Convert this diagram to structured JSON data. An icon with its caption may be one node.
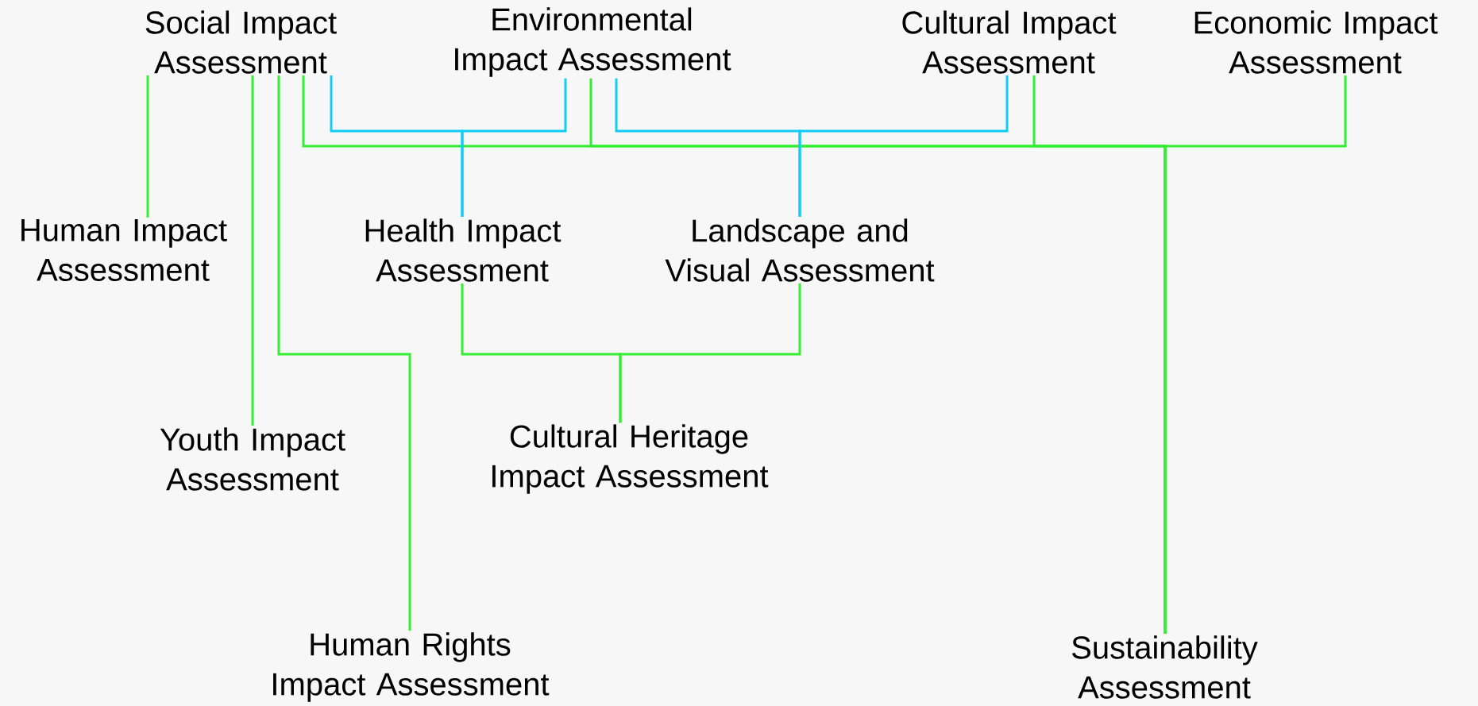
{
  "diagram": {
    "nodes": [
      {
        "text": [
          "Social Impact Assessment"
        ]
      },
      {
        "text": [
          "Environmental Impact Assessment"
        ]
      },
      {
        "text": [
          "Cultural Impact Assessment"
        ]
      },
      {
        "text": [
          "Economic Impact Assessment"
        ]
      },
      {
        "text": [
          "Human Impact Assessment"
        ]
      },
      {
        "text": [
          "Health Impact Assessment"
        ]
      },
      {
        "text": [
          "Landscape and Visual Assessment"
        ]
      },
      {
        "text": [
          "Youth Impact Assessment"
        ]
      },
      {
        "text": [
          "Cultural Heritage Impact Assessment"
        ]
      },
      {
        "text": [
          "Human Rights Impact Assessment"
        ]
      },
      {
        "text": [
          "Sustainability Assessment"
        ]
      }
    ],
    "edges": [
      {
        "from": 0,
        "to": 4,
        "arrow": "none"
      },
      {
        "from": 0,
        "to": 7,
        "arrow": "none"
      },
      {
        "from": 0,
        "to": 9,
        "arrow": "none"
      },
      {
        "from": 0,
        "to": 10,
        "arrow": "none"
      },
      {
        "from": 1,
        "to": 10,
        "arrow": "none"
      },
      {
        "from": 2,
        "to": 10,
        "arrow": "none"
      },
      {
        "from": 3,
        "to": 10,
        "arrow": "none"
      },
      {
        "from": 0,
        "to": 5,
        "arrow": "none",
        "color": "#11ccf5"
      },
      {
        "from": 1,
        "to": 5,
        "arrow": "none",
        "color": "#11ccf5"
      },
      {
        "from": 1,
        "to": 6,
        "arrow": "none",
        "color": "#11ccf5"
      },
      {
        "from": 2,
        "to": 6,
        "arrow": "none",
        "color": "#11ccf5"
      },
      {
        "from": 5,
        "to": 8,
        "arrow": "none"
      },
      {
        "from": 6,
        "to": 8,
        "arrow": "none"
      }
    ]
  }
}
